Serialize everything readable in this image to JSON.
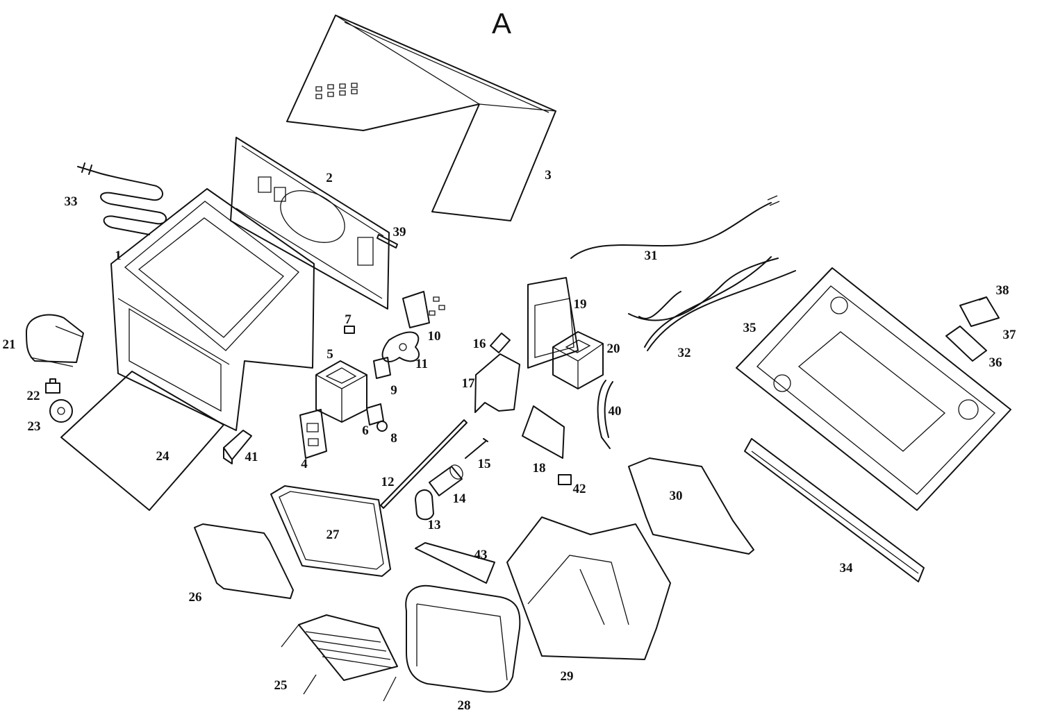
{
  "title": "A",
  "callouts": [
    "1",
    "2",
    "3",
    "4",
    "5",
    "6",
    "7",
    "8",
    "9",
    "10",
    "11",
    "12",
    "13",
    "14",
    "15",
    "16",
    "17",
    "18",
    "19",
    "20",
    "21",
    "22",
    "23",
    "24",
    "25",
    "26",
    "27",
    "28",
    "29",
    "30",
    "31",
    "32",
    "33",
    "34",
    "35",
    "36",
    "37",
    "38",
    "39",
    "40",
    "41",
    "42",
    "43"
  ]
}
